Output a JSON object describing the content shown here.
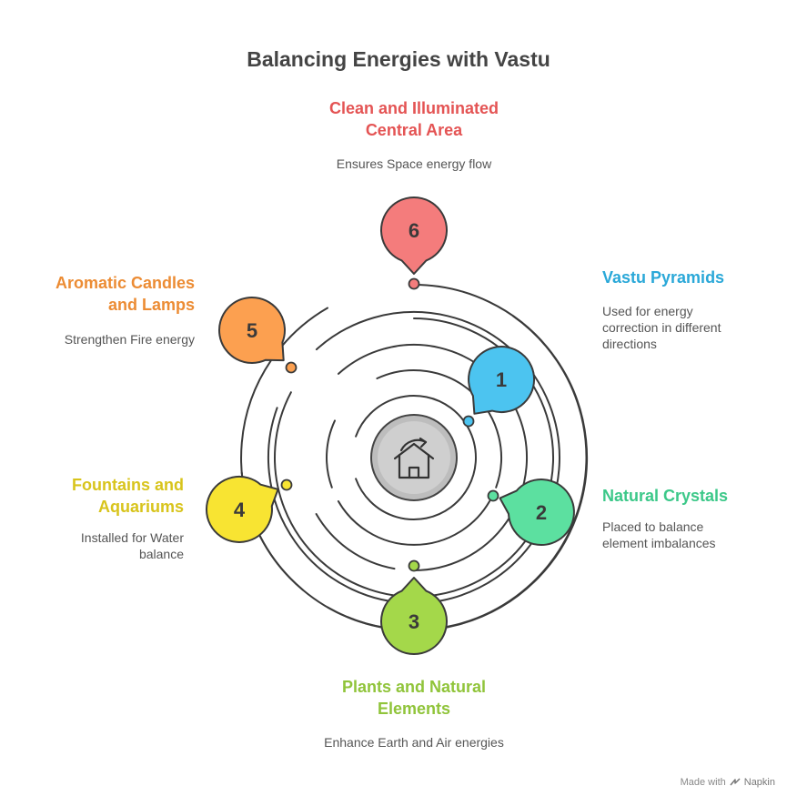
{
  "title": "Balancing Energies with Vastu",
  "items": [
    {
      "number": "1",
      "title_lines": [
        "Vastu Pyramids"
      ],
      "description_lines": [
        "Used for energy",
        "correction in different",
        "directions"
      ],
      "color": "#4cc4f0",
      "text_color": "#2aa8d8"
    },
    {
      "number": "2",
      "title_lines": [
        "Natural Crystals"
      ],
      "description_lines": [
        "Placed to balance",
        "element imbalances"
      ],
      "color": "#5ce0a0",
      "text_color": "#3cc889"
    },
    {
      "number": "3",
      "title_lines": [
        "Plants and Natural",
        "Elements"
      ],
      "description_lines": [
        "Enhance Earth and Air energies"
      ],
      "color": "#a4d84a",
      "text_color": "#90c43a"
    },
    {
      "number": "4",
      "title_lines": [
        "Fountains and",
        "Aquariums"
      ],
      "description_lines": [
        "Installed for Water",
        "balance"
      ],
      "color": "#f8e432",
      "text_color": "#d8c41c"
    },
    {
      "number": "5",
      "title_lines": [
        "Aromatic Candles",
        "and Lamps"
      ],
      "description_lines": [
        "Strengthen Fire energy"
      ],
      "color": "#fca050",
      "text_color": "#ec8c34"
    },
    {
      "number": "6",
      "title_lines": [
        "Clean and Illuminated",
        "Central Area"
      ],
      "description_lines": [
        "Ensures Space energy flow"
      ],
      "color": "#f47c7c",
      "text_color": "#e45454"
    }
  ],
  "center_icon": "house-refresh-icon",
  "footer": {
    "prefix": "Made with",
    "brand": "Napkin",
    "icon": "napkin-logo-icon"
  }
}
